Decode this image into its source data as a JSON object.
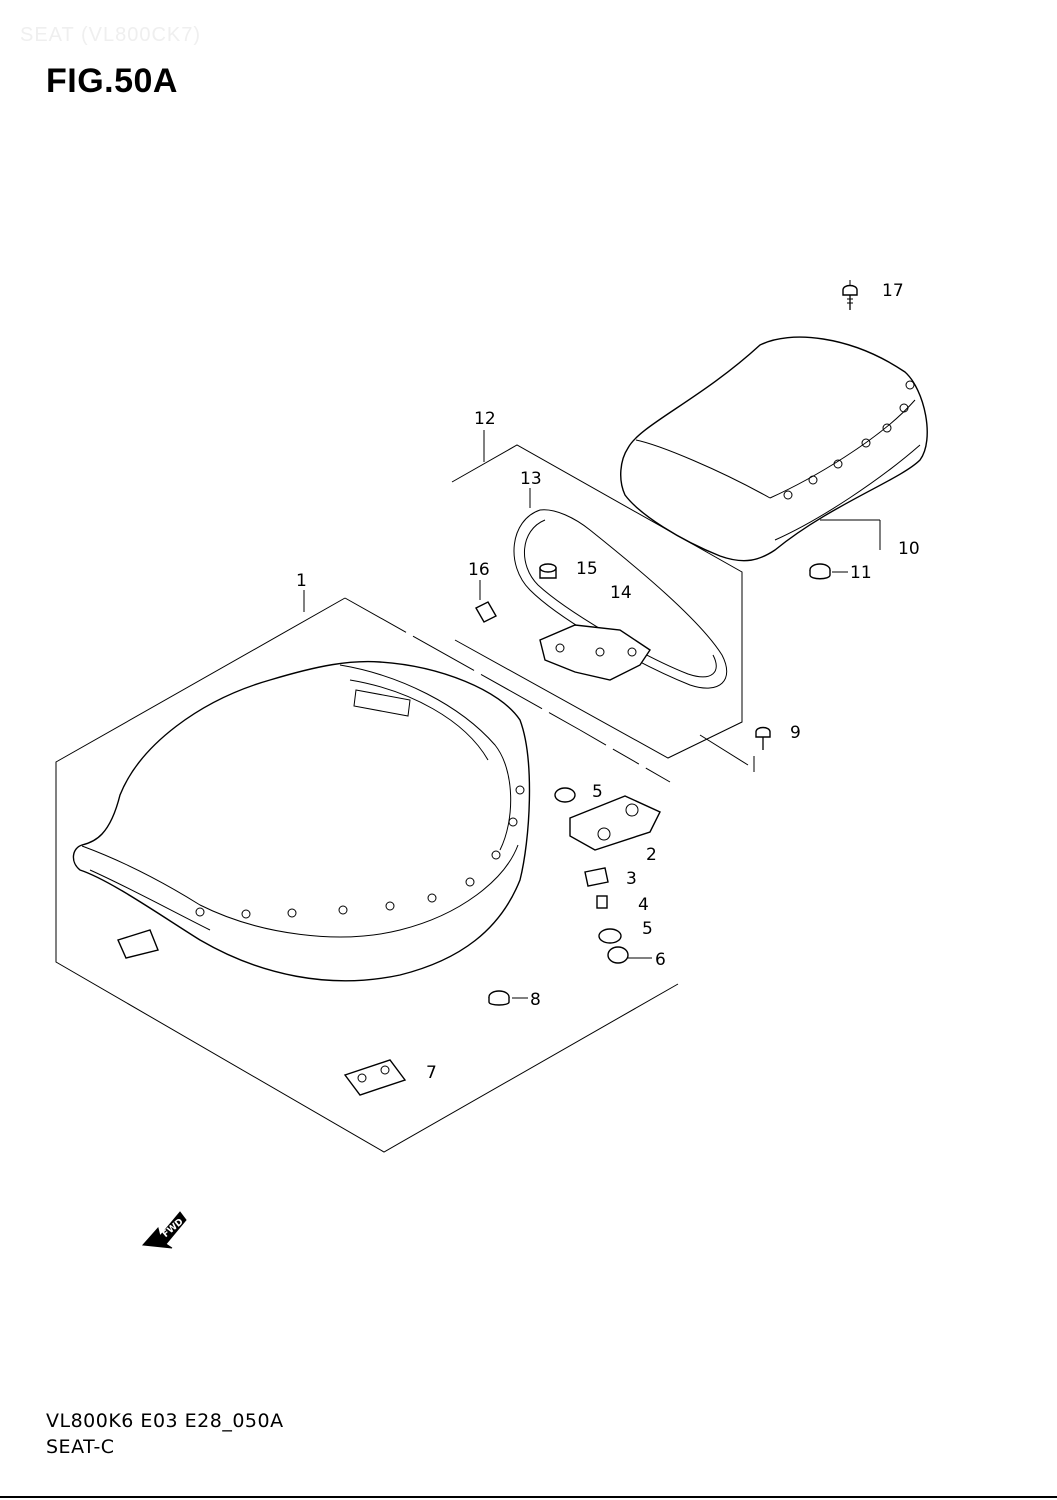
{
  "header": {
    "section_title": "SEAT (VL800CK7)",
    "figure_title": "FIG.50A"
  },
  "footer": {
    "code": "VL800K6 E03 E28_050A",
    "caption": "SEAT-C"
  },
  "fwd_label": "FWD",
  "callouts": {
    "c1": "1",
    "c2": "2",
    "c3": "3",
    "c4": "4",
    "c5a": "5",
    "c5b": "5",
    "c6": "6",
    "c7": "7",
    "c8": "8",
    "c9": "9",
    "c10": "10",
    "c11": "11",
    "c12": "12",
    "c13": "13",
    "c14": "14",
    "c15": "15",
    "c16": "16",
    "c17": "17"
  }
}
